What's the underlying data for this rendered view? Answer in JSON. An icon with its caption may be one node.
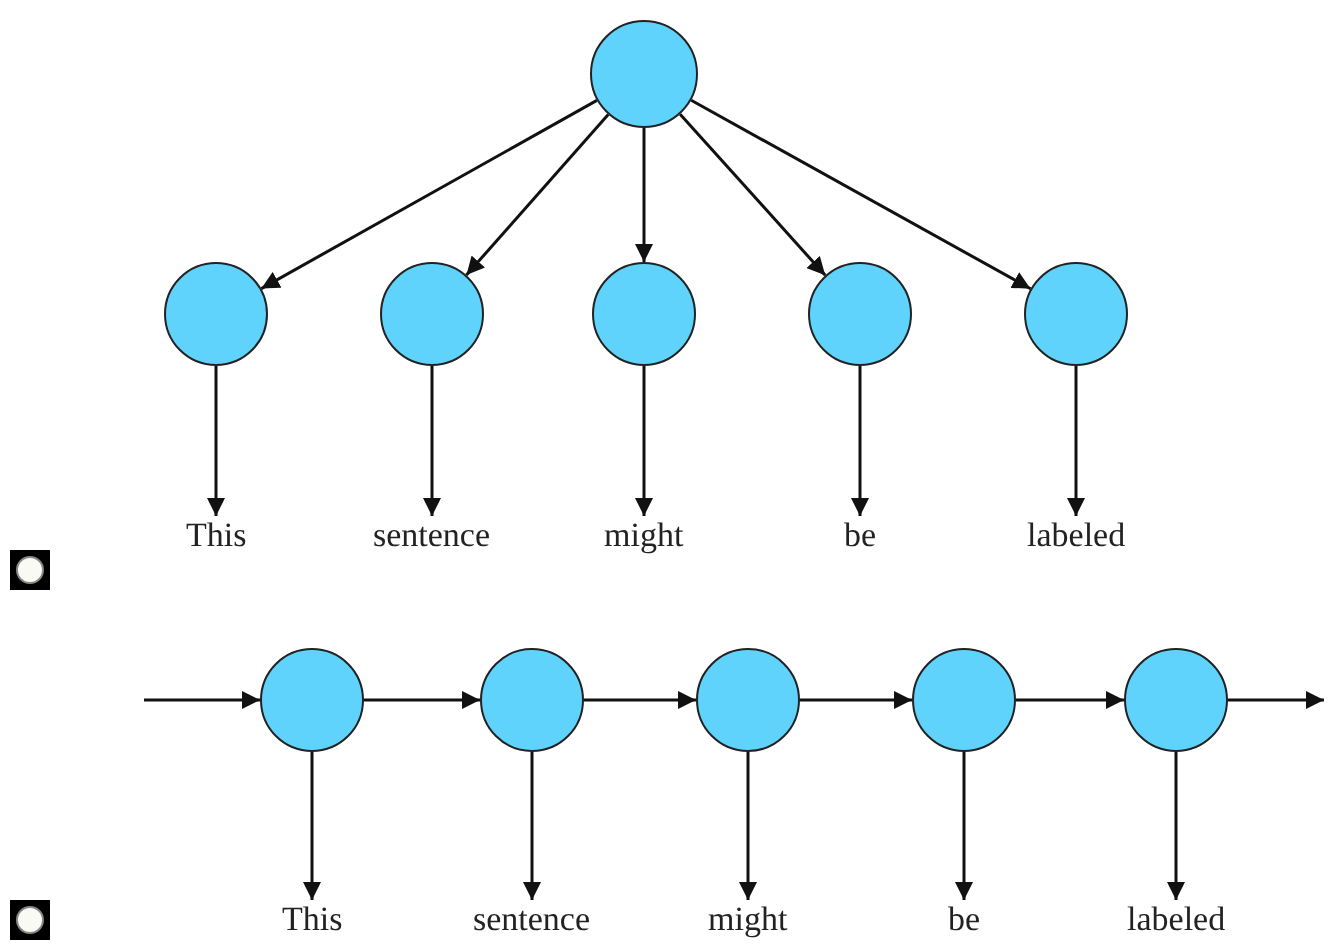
{
  "diagram": {
    "nodes": [
      {
        "text": [],
        "shape": "circle"
      },
      {
        "text": [],
        "shape": "circle"
      },
      {
        "text": [],
        "shape": "circle"
      },
      {
        "text": [],
        "shape": "circle"
      },
      {
        "text": [],
        "shape": "circle"
      },
      {
        "text": [],
        "shape": "circle"
      },
      {
        "text": [
          "This"
        ]
      },
      {
        "text": [
          "sentence"
        ]
      },
      {
        "text": [
          "might"
        ]
      },
      {
        "text": [
          "be"
        ]
      },
      {
        "text": [
          "labeled"
        ]
      },
      {
        "text": [],
        "shape": "circle"
      },
      {
        "text": [],
        "shape": "circle"
      },
      {
        "text": [],
        "shape": "circle"
      },
      {
        "text": [],
        "shape": "circle"
      },
      {
        "text": [],
        "shape": "circle"
      },
      {
        "text": [
          "This"
        ]
      },
      {
        "text": [
          "sentence"
        ]
      },
      {
        "text": [
          "might"
        ]
      },
      {
        "text": [
          "be"
        ]
      },
      {
        "text": [
          "labeled"
        ]
      }
    ],
    "edges": [
      {
        "from": 0,
        "to": 1,
        "arrow": "to"
      },
      {
        "from": 0,
        "to": 2,
        "arrow": "to"
      },
      {
        "from": 0,
        "to": 3,
        "arrow": "to"
      },
      {
        "from": 0,
        "to": 4,
        "arrow": "to"
      },
      {
        "from": 0,
        "to": 5,
        "arrow": "to"
      },
      {
        "from": 1,
        "to": 6,
        "arrow": "to"
      },
      {
        "from": 2,
        "to": 7,
        "arrow": "to"
      },
      {
        "from": 3,
        "to": 8,
        "arrow": "to"
      },
      {
        "from": 4,
        "to": 9,
        "arrow": "to"
      },
      {
        "from": 5,
        "to": 10,
        "arrow": "to"
      },
      {
        "from": null,
        "to": 11,
        "arrow": "to"
      },
      {
        "from": 11,
        "to": 12,
        "arrow": "to"
      },
      {
        "from": 12,
        "to": 13,
        "arrow": "to"
      },
      {
        "from": 13,
        "to": 14,
        "arrow": "to"
      },
      {
        "from": 14,
        "to": 15,
        "arrow": "to"
      },
      {
        "from": 15,
        "to": null,
        "arrow": "to"
      },
      {
        "from": 11,
        "to": 16,
        "arrow": "to"
      },
      {
        "from": 12,
        "to": 17,
        "arrow": "to"
      },
      {
        "from": 13,
        "to": 18,
        "arrow": "to"
      },
      {
        "from": 14,
        "to": 19,
        "arrow": "to"
      },
      {
        "from": 15,
        "to": 20,
        "arrow": "to"
      }
    ]
  }
}
